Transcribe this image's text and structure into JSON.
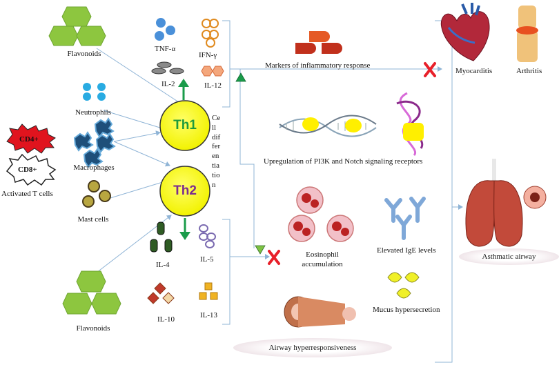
{
  "labels": {
    "flavonoids_top": "Flavonoids",
    "flavonoids_bottom": "Flavonoids",
    "neutrophils": "Neutrophils",
    "macrophages": "Macrophages",
    "mast_cells": "Mast cells",
    "activated_t_cells": "Activated T cells",
    "cd4": "CD4+",
    "cd8": "CD8+",
    "th1": "Th1",
    "th2": "Th2",
    "cell_differentiation_lines": [
      "Ce",
      "ll",
      "dif",
      "fer",
      "en",
      "tia",
      "tio",
      "n"
    ],
    "tnf_alpha": "TNF-α",
    "ifn_gamma": "IFN-γ",
    "il2": "IL-2",
    "il12": "IL-12",
    "il4": "IL-4",
    "il5": "IL-5",
    "il10": "IL-10",
    "il13": "IL-13",
    "markers": "Markers of inflammatory response",
    "myocarditis": "Myocarditis",
    "arthritis": "Arthritis",
    "upregulation": "Upregulation of PI3K and Notch signaling receptors",
    "eosinophil": "Eosinophil accumulation",
    "ige": "Elevated IgE  levels",
    "mucus": "Mucus hypersecretion",
    "asthmatic": "Asthmatic airway",
    "airway_hyper": "Airway hyperresponsiveness"
  },
  "colors": {
    "flavonoid_green": "#8dc63f",
    "th_yellow": "#ffff00",
    "th1_text": "#1e9a3c",
    "th2_text": "#7b2d8e",
    "arrow_green": "#1a9b4a",
    "line_blue": "#8fb4d6",
    "red_x": "#e8202a",
    "neutrophil_blue": "#29abe2",
    "cd4_red": "#e0141e"
  },
  "icons": [
    "hexagon-cluster-icon",
    "heart-icon",
    "joint-icon",
    "lungs-icon",
    "dna-icon",
    "protein-icon",
    "antibody-icon",
    "eosinophil-icon",
    "airway-tube-icon",
    "droplet-icon",
    "red-x-icon"
  ]
}
